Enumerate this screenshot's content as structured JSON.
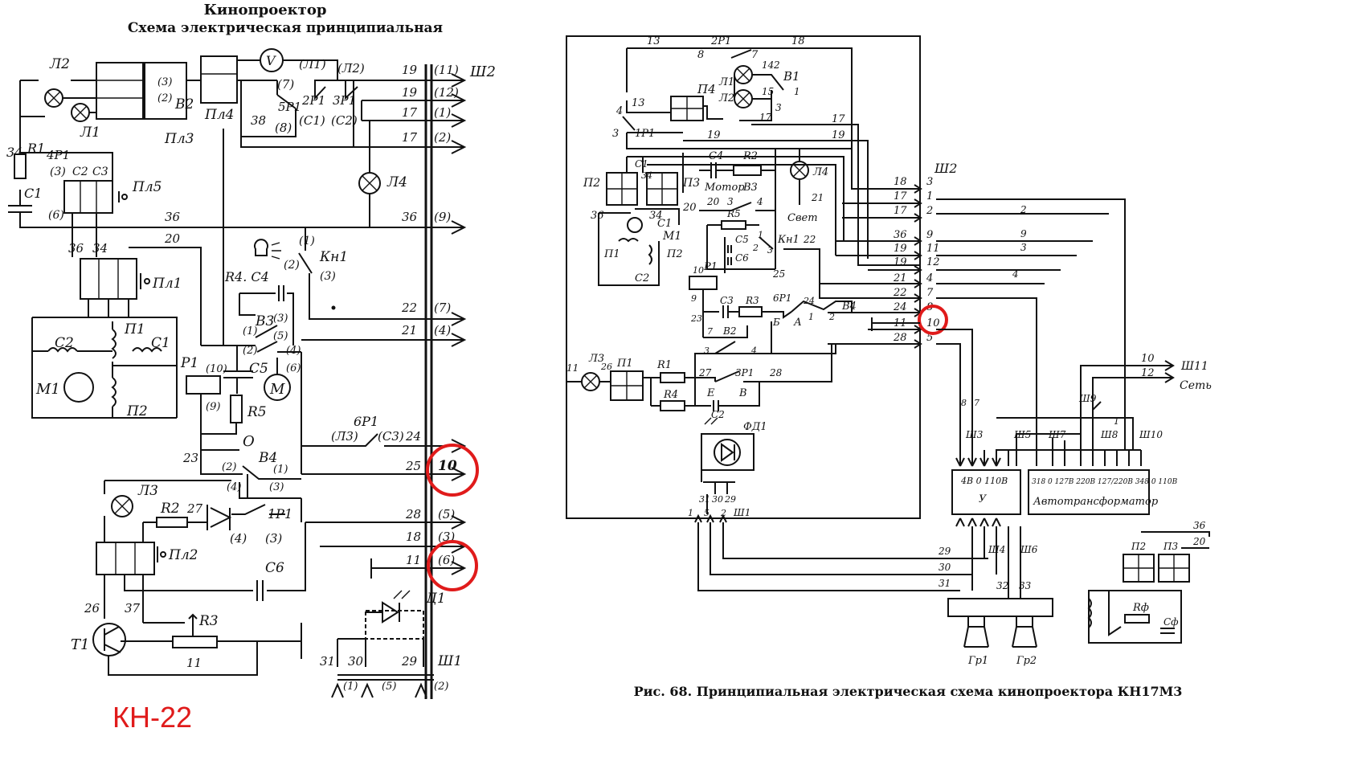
{
  "left": {
    "title": "Кинопроектор",
    "subtitle": "Схема электрическая принципиальная",
    "tag": "КН-22",
    "connector_out": "Ш2",
    "connector_in": "Ш1",
    "outputs": [
      {
        "wire": "19",
        "pin": "(11)"
      },
      {
        "wire": "19",
        "pin": "(12)"
      },
      {
        "wire": "17",
        "pin": "(1)"
      },
      {
        "wire": "17",
        "pin": "(2)"
      },
      {
        "wire": "36",
        "pin": "(9)"
      },
      {
        "wire": "22",
        "pin": "(7)"
      },
      {
        "wire": "21",
        "pin": "(4)"
      },
      {
        "wire": "25",
        "pin": "10"
      },
      {
        "wire": "28",
        "pin": "(5)"
      },
      {
        "wire": "18",
        "pin": "(3)"
      },
      {
        "wire": "11",
        "pin": "(6)"
      }
    ],
    "labels": {
      "l2": "Л2",
      "l1": "Л1",
      "pl3": "Пл3",
      "b2": "В2",
      "pl4": "Пл4",
      "v": "V",
      "l1b": "(Л1)",
      "l2b": "(Л2)",
      "p7": "(7)",
      "p8": "(8)",
      "s1": "(С1)",
      "s2": "(С2)",
      "r2p1": "2Р1",
      "r3p1": "3Р1",
      "r5p1": "5Р1",
      "w38": "38",
      "r1": "R1",
      "c1": "С1",
      "r4p1": "4Р1",
      "pl5": "Пл5",
      "w34": "34",
      "p3": "(3)",
      "pc2": "С2",
      "pc3": "С3",
      "p6": "(6)",
      "l4": "Л4",
      "w36a": "36",
      "w36b": "36",
      "w20": "20",
      "pl1": "Пл1",
      "c2m": "С2",
      "p1m": "П1",
      "c1m": "С1",
      "p2m": "П2",
      "m1": "М1",
      "kn1": "Кн1",
      "k1": "(1)",
      "k2": "(2)",
      "k3": "(3)",
      "r4c4": "R4. С4",
      "b3": "В3",
      "b3a": "(3)",
      "b3b": "(1)",
      "b3c": "(2)",
      "b3d": "(5)",
      "b3e": "(4)",
      "b3f": "(6)",
      "p1r": "Р1",
      "c5": "С5",
      "r5": "R5",
      "p10": "(10)",
      "p9": "(9)",
      "m": "М",
      "o": "О",
      "w23": "23",
      "b4": "В4",
      "b4a": "(2)",
      "b4b": "(1)",
      "b4c": "(4)",
      "b4d": "(3)",
      "r6p1": "6Р1",
      "l3b": "(Л3)",
      "s3b": "(С3)",
      "w24": "24",
      "l3": "Л3",
      "r2": "R2",
      "w27": "27",
      "r1p1": "1Р1",
      "a4": "(4)",
      "a3": "(3)",
      "pl2": "Пл2",
      "c6": "С6",
      "w26": "26",
      "w37": "37",
      "t1": "Т1",
      "r3": "R3",
      "w11": "11",
      "d1": "Д1",
      "w31": "31",
      "w30": "30",
      "w29": "29",
      "sh1a": "(1)",
      "sh1b": "(5)",
      "sh1c": "(2)"
    }
  },
  "right": {
    "caption": "Рис. 68. Принципиальная электрическая схема кинопроектора КН17М3",
    "connector": "Ш2",
    "pins": [
      {
        "wire": "18",
        "pin": "3"
      },
      {
        "wire": "17",
        "pin": "1"
      },
      {
        "wire": "17",
        "pin": "2"
      },
      {
        "wire": "36",
        "pin": "9"
      },
      {
        "wire": "19",
        "pin": "11"
      },
      {
        "wire": "19",
        "pin": "12"
      },
      {
        "wire": "21",
        "pin": "4"
      },
      {
        "wire": "22",
        "pin": "7"
      },
      {
        "wire": "24",
        "pin": "8"
      },
      {
        "wire": "11",
        "pin": "10"
      },
      {
        "wire": "28",
        "pin": "5"
      }
    ],
    "labels": {
      "w13a": "13",
      "w2p1": "2Р1",
      "w18": "18",
      "n8": "8",
      "n7": "7",
      "p4": "П4",
      "l1": "Л1",
      "l2": "Л2",
      "b1": "В1",
      "n14": "14",
      "n15": "15",
      "n2": "2",
      "n1": "1",
      "n3": "3",
      "n17": "17",
      "w13b": "13",
      "n4": "4",
      "n3b": "3",
      "r1p1": "1Р1",
      "w19": "19",
      "w17": "17",
      "w19b": "19",
      "p2": "П2",
      "p3": "П3",
      "c1": "С1",
      "n34": "34",
      "n36": "36",
      "n34b": "34",
      "n20": "20",
      "c4": "С4",
      "r2": "R2",
      "l4": "Л4",
      "motor": "Мотор",
      "b3": "В3",
      "n3c": "3",
      "n4c": "4",
      "n20b": "20",
      "svet": "Свет",
      "n21": "21",
      "m1": "М1",
      "c1m": "С1",
      "p1m": "П1",
      "p2m": "П2",
      "c2m": "С2",
      "r5": "R5",
      "c5": "С5",
      "c6": "С6",
      "n2c": "2",
      "kn1": "Кн1",
      "n22": "22",
      "n3d": "3",
      "n1b": "1",
      "n25": "25",
      "p1r": "Р1",
      "n10": "10",
      "n9": "9",
      "n23": "23",
      "c3": "С3",
      "r3": "R3",
      "r6p1": "6Р1",
      "b": "Б",
      "n24": "24",
      "b4": "В4",
      "a": "А",
      "n1c": "1",
      "n2d": "2",
      "n7b": "7",
      "b2": "В2",
      "n3e": "3",
      "n4e": "4",
      "l3": "Л3",
      "n26": "26",
      "n11": "11",
      "p1": "П1",
      "r1": "R1",
      "r4": "R4",
      "n27": "27",
      "r3p1": "3Р1",
      "n28": "28",
      "e": "Е",
      "v": "В",
      "c2": "С2",
      "fd1": "ФД1",
      "n31": "31",
      "n30": "30",
      "n29": "29",
      "sh1": "Ш1",
      "s1": "1",
      "s5": "5",
      "s2": "2",
      "n10r": "10",
      "sh11": "Ш11",
      "n12": "12",
      "set": "Сеть",
      "r2a": "2",
      "r9": "9",
      "r3a": "3",
      "r4a": "4",
      "n7c": "7",
      "sh3": "Ш3",
      "sh5": "Ш5",
      "sh7": "Ш7",
      "sh8": "Ш8",
      "sh9": "Ш9",
      "sh10": "Ш10",
      "n1d": "1",
      "amp": "У",
      "amp_v": "4В  0 110В",
      "auto": "Автотрансформатор",
      "auto_v": "318  0 127В 220В 127/220В 348  0 110В",
      "sh4": "Ш4",
      "sh6": "Ш6",
      "n29b": "29",
      "n30b": "30",
      "n31b": "31",
      "n32": "32",
      "n33": "33",
      "gr1": "Гр1",
      "gr2": "Гр2",
      "n36r": "36",
      "n20r": "20",
      "p2b": "П2",
      "p3b": "П3",
      "rf": "Rф",
      "cf": "Сф"
    }
  }
}
